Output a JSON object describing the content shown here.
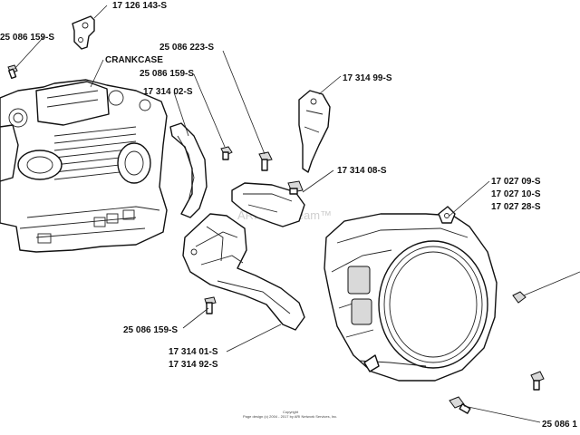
{
  "labels": {
    "top_bracket": "17 126 143-S",
    "screw_top_left": "25 086 159-S",
    "crankcase": "CRANKCASE",
    "screw_top_mid": "25 086 223-S",
    "screw_mid": "25 086 159-S",
    "baffle_mid": "17 314 02-S",
    "bracket_right": "17 314 99-S",
    "cylinder_baffle": "17 314 08-S",
    "housing_1": "17 027 09-S",
    "housing_2": "17 027 10-S",
    "housing_3": "17 027 28-S",
    "screw_lower_left": "25 086 159-S",
    "lower_baffle_1": "17 314 01-S",
    "lower_baffle_2": "17 314 92-S",
    "screw_bottom_right": "25 086 1"
  },
  "watermark": "ARI PartStream™",
  "copyright_line1": "Copyright",
  "copyright_line2": "Page design (c) 2004 - 2017 by ARI Network Services, Inc."
}
